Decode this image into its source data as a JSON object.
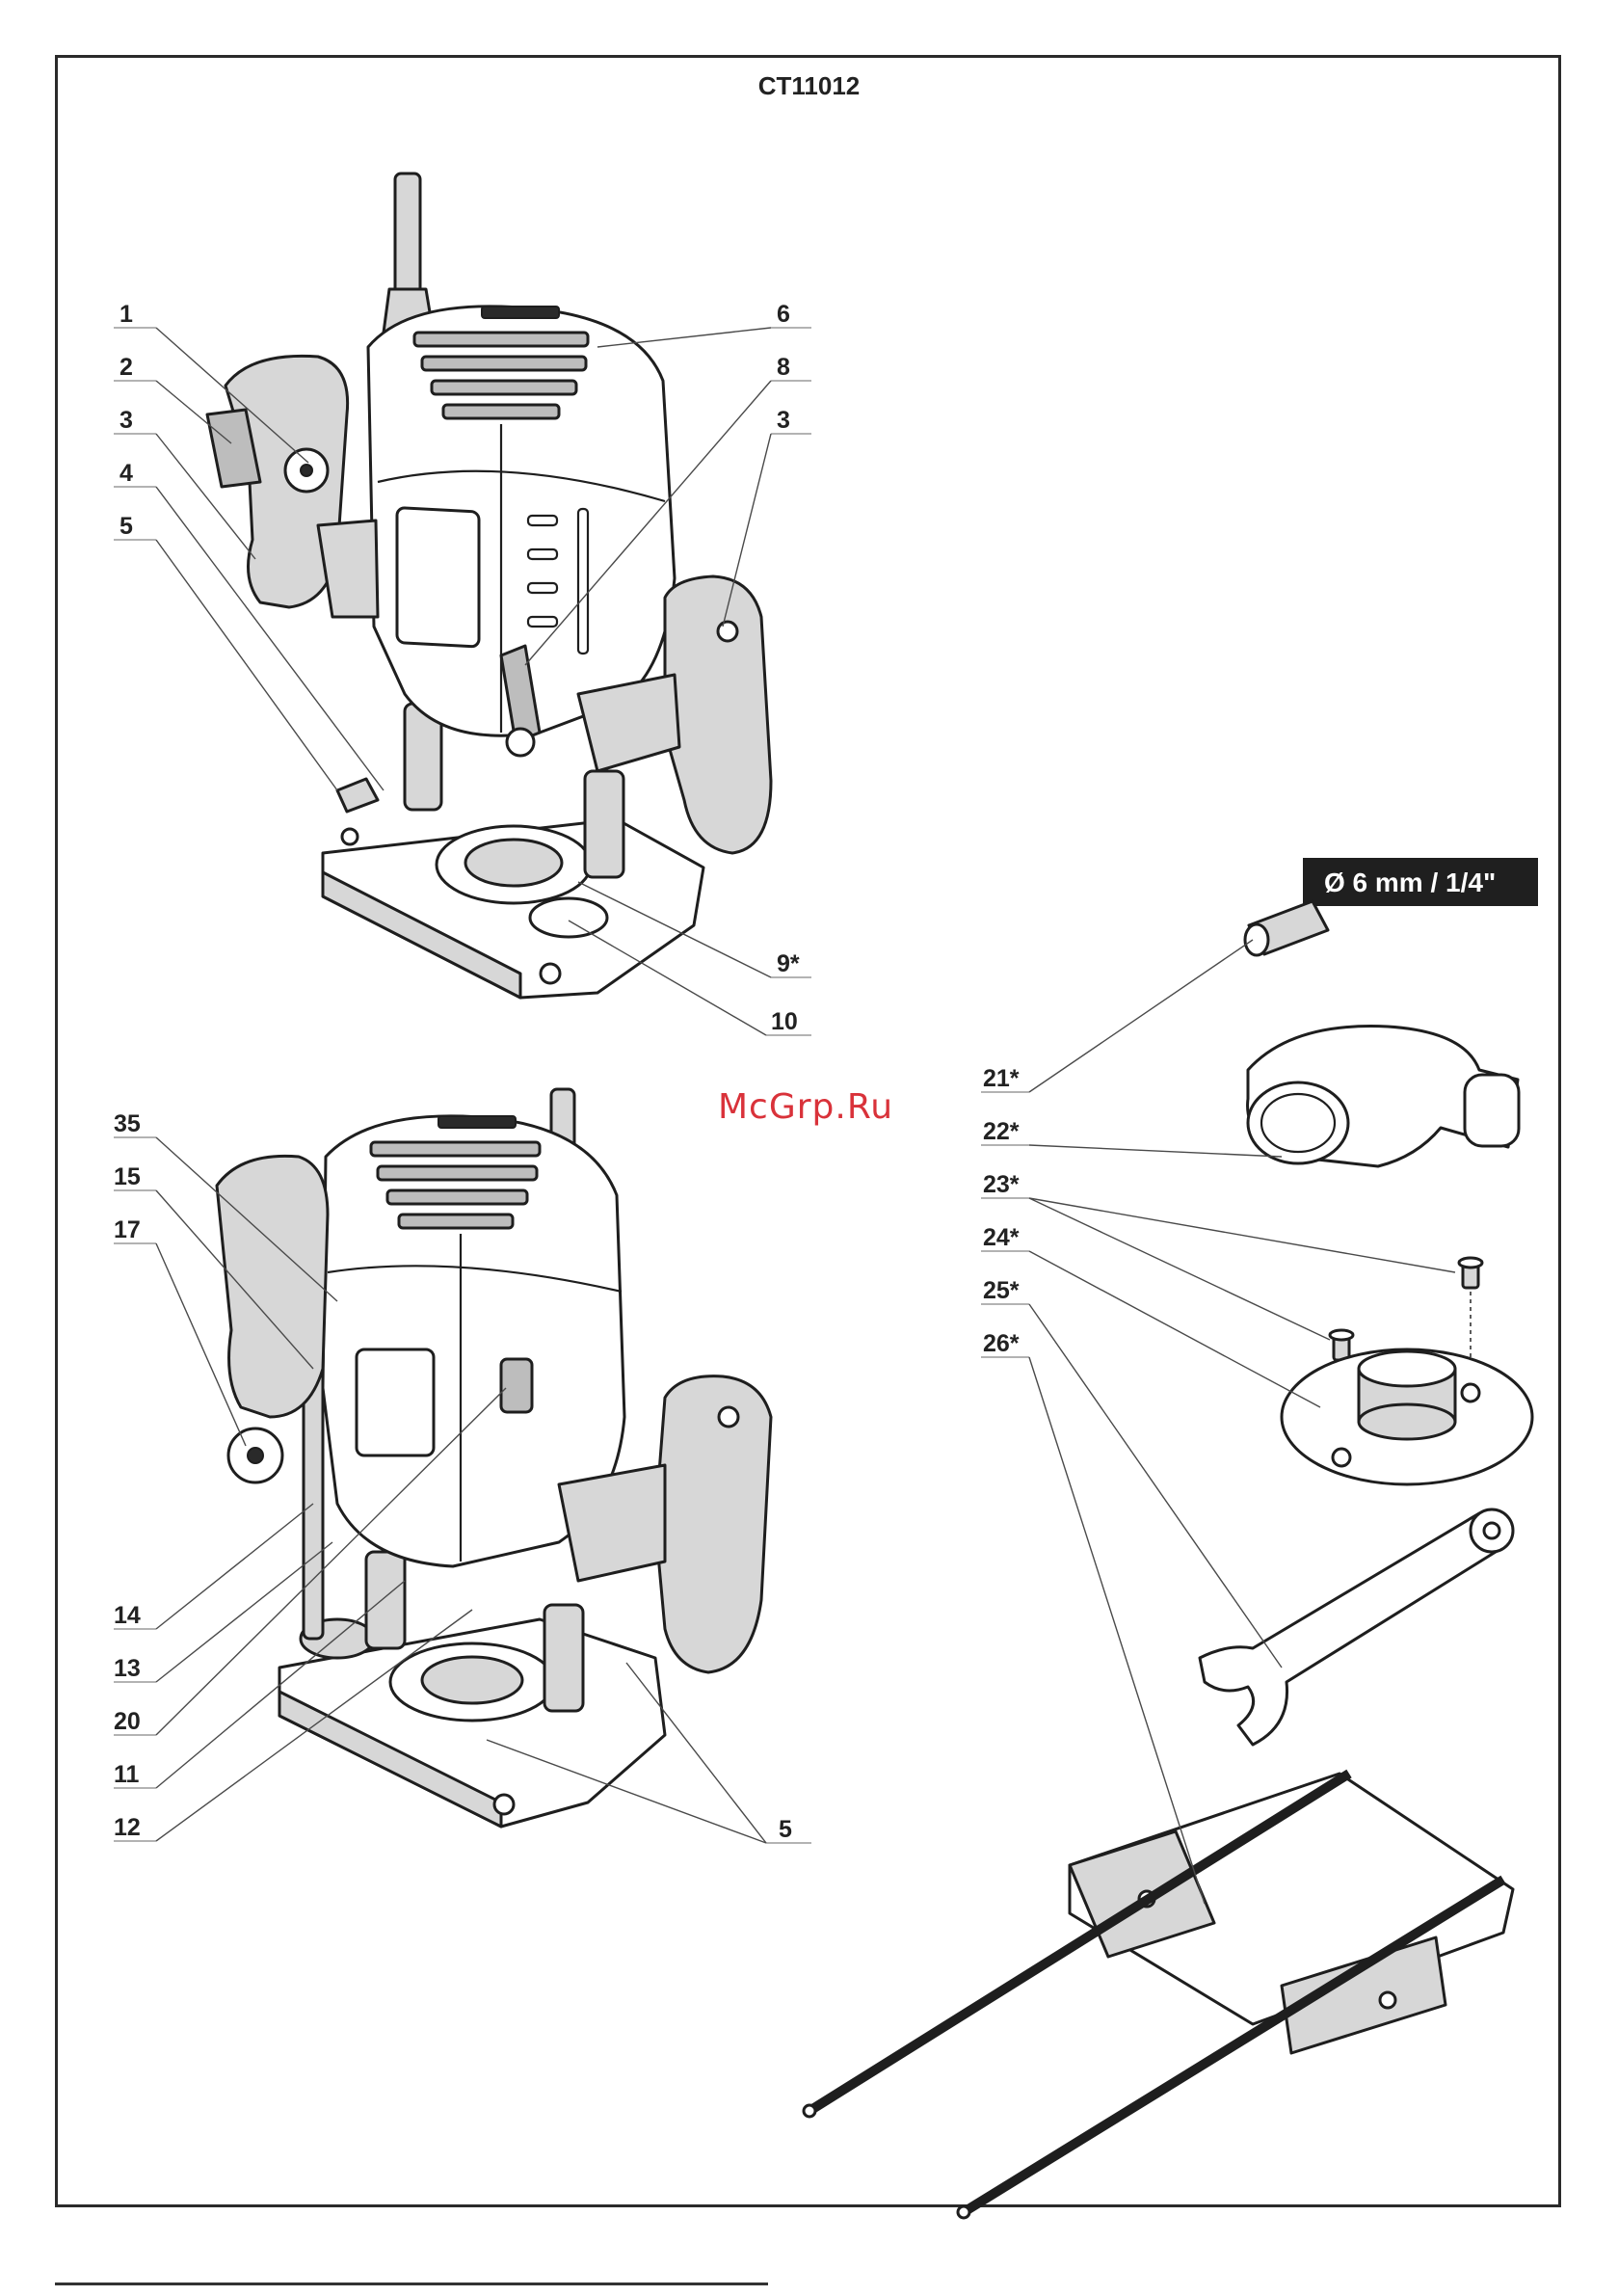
{
  "document": {
    "model": "CT11012",
    "watermark": "McGrp.Ru"
  },
  "top_view_labels": [
    "1",
    "2",
    "3",
    "4",
    "5",
    "6",
    "8",
    "3",
    "9*",
    "10"
  ],
  "bottom_view_labels": [
    "35",
    "15",
    "17",
    "14",
    "13",
    "20",
    "11",
    "12",
    "5"
  ],
  "accessory_labels": [
    "21*",
    "22*",
    "23*",
    "24*",
    "25*",
    "26*"
  ],
  "collet_size": "Ø 6 mm / 1/4\""
}
